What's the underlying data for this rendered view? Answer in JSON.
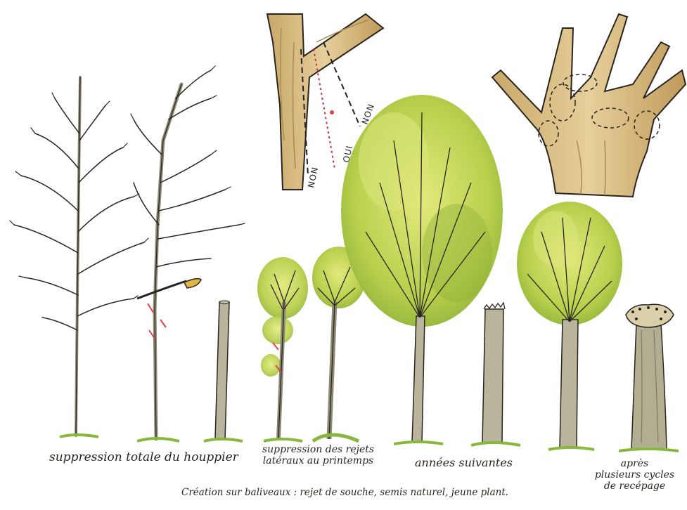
{
  "cut_detail": {
    "labels": [
      "NON",
      "OUI",
      "NON"
    ]
  },
  "captions": {
    "step1": "suppression totale du houppier",
    "step2_line1": "suppression des rejets",
    "step2_line2": "latéraux au printemps",
    "step3": "années suivantes",
    "step4_line1": "après",
    "step4_line2": "plusieurs cycles",
    "step4_line3": "de recépage",
    "footer": "Création sur baliveaux : rejet de souche, semis naturel, jeune plant."
  },
  "colors": {
    "ink": "#2a2520",
    "trunk": "#a7a58e",
    "foliage_light": "#d8e46a",
    "foliage_dark": "#6e9a2a",
    "grass": "#86b83c",
    "cut_mark": "#e0404a",
    "bark_ochre": "#d4b47a"
  }
}
